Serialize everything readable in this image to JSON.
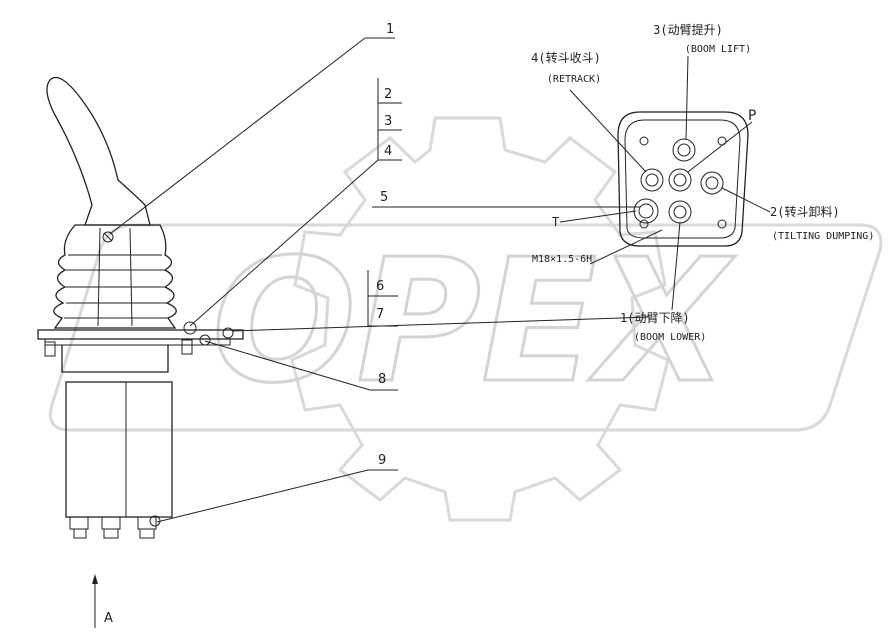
{
  "watermark": {
    "text": "OPEX"
  },
  "callouts": {
    "n1": "1",
    "n2": "2",
    "n3": "3",
    "n4": "4",
    "n5": "5",
    "n6": "6",
    "n7": "7",
    "n8": "8",
    "n9": "9"
  },
  "view_label": "A",
  "port_labels": {
    "boom_lift": "3(动臂提升)",
    "boom_lift_en": "(BOOM LIFT)",
    "retrack": "4(转斗收斗)",
    "retrack_en": "(RETRACK)",
    "p": "P",
    "tilting": "2(转斗卸料)",
    "tilting_en": "(TILTING DUMPING)",
    "boom_lower": "1(动臂下降)",
    "boom_lower_en": "(BOOM LOWER)",
    "t": "T",
    "thread": "M18×1.5-6H"
  }
}
